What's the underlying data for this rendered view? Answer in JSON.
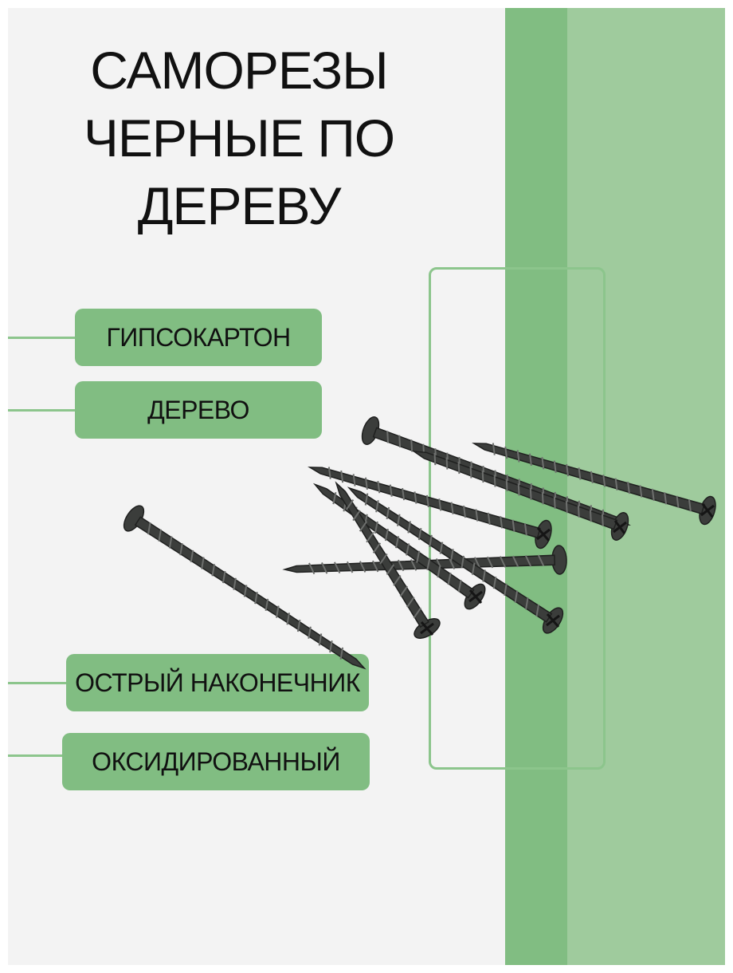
{
  "title": {
    "line1": "САМОРЕЗЫ",
    "line2": "ЧЕРНЫЕ ПО",
    "line3": "ДЕРЕВУ"
  },
  "features": {
    "drywall": "ГИПСОКАРТОН",
    "wood": "ДЕРЕВО",
    "sharp_tip": "ОСТРЫЙ НАКОНЕЧНИК",
    "oxidized": "ОКСИДИРОВАННЫЙ"
  },
  "colors": {
    "background": "#f3f3f3",
    "accent_dark_green": "#81bd82",
    "accent_light_green": "#9fcb9d",
    "screw": "#3b3d3b"
  },
  "image": {
    "subject": "black-wood-screws-icon"
  }
}
